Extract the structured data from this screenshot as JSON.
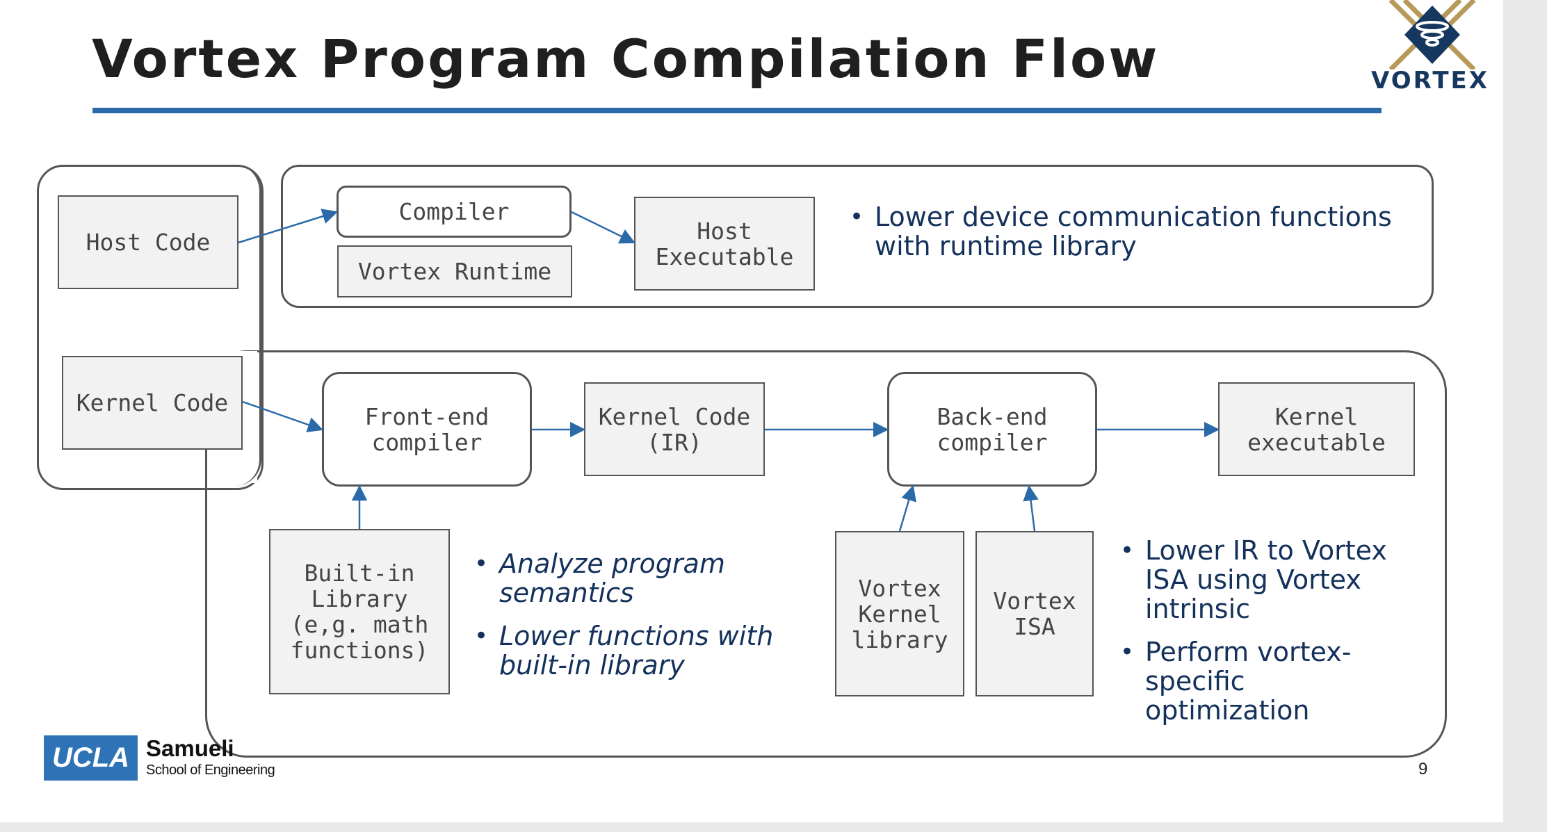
{
  "slide": {
    "title": "Vortex Program Compilation Flow",
    "page_number": "9"
  },
  "logo": {
    "text": "VORTEX"
  },
  "footer": {
    "ucla": "UCLA",
    "samueli": "Samueli",
    "school": "School of Engineering"
  },
  "nodes": {
    "host_code": "Host Code",
    "kernel_code": "Kernel Code",
    "compiler": "Compiler",
    "vortex_runtime": "Vortex Runtime",
    "host_executable": "Host\nExecutable",
    "front_end": "Front-end\ncompiler",
    "kernel_ir": "Kernel Code\n(IR)",
    "back_end": "Back-end\ncompiler",
    "kernel_exec": "Kernel\nexecutable",
    "builtin_lib": "Built-in\nLibrary\n(e,g. math\nfunctions)",
    "vortex_kernel_lib": "Vortex\nKernel\nlibrary",
    "vortex_isa": "Vortex\nISA"
  },
  "notes": {
    "host": [
      "Lower device communication functions with runtime library"
    ],
    "frontend": [
      "Analyze program semantics",
      "Lower functions with built-in library"
    ],
    "backend": [
      "Lower IR to Vortex ISA using Vortex intrinsic",
      "Perform vortex-specific optimization"
    ]
  },
  "colors": {
    "title_rule": "#2b6aa8",
    "arrow": "#2b6aa8",
    "bullet_text": "#14315c",
    "ucla_blue": "#2d73b5",
    "logo_gold": "#b79a5a",
    "logo_navy": "#16375f"
  }
}
